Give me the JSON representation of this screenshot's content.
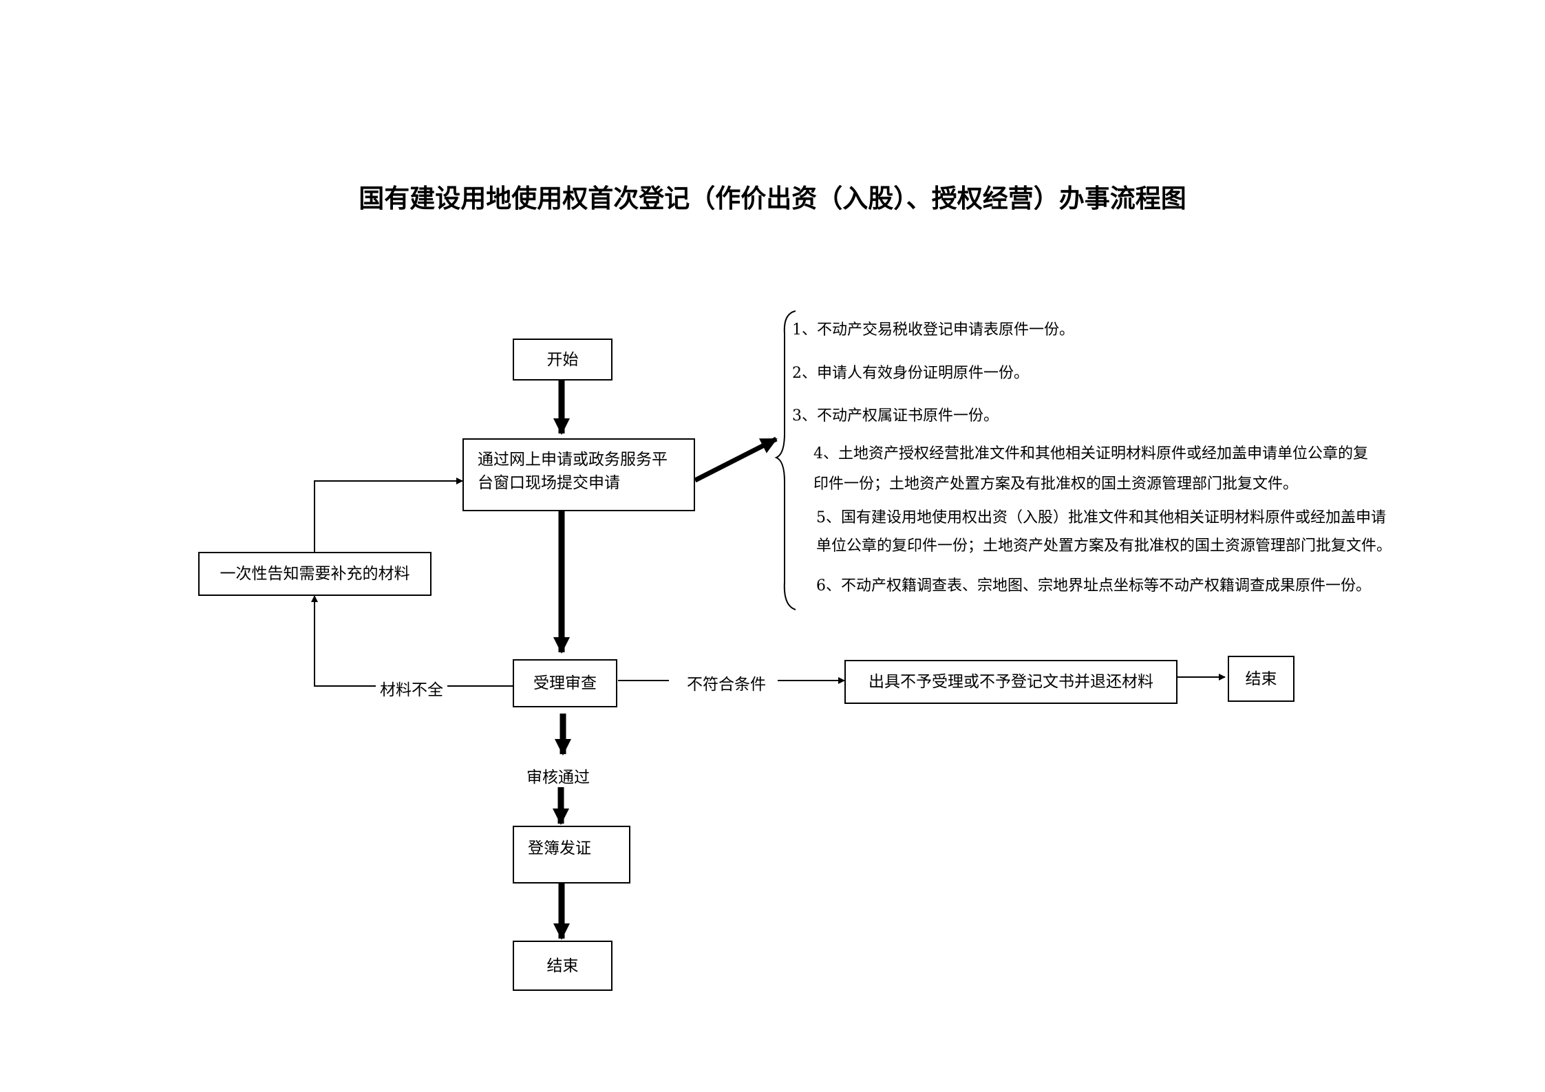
{
  "title": "国有建设用地使用权首次登记（作价出资（入股）、授权经营）办事流程图",
  "nodes": {
    "start": "开始",
    "submit_line1": "通过网上申请或政务服务平",
    "submit_line2": "台窗口现场提交申请",
    "notify": "一次性告知需要补充的材料",
    "review": "受理审查",
    "reject": "出具不予受理或不予登记文书并退还材料",
    "end_right": "结束",
    "register": "登簿发证",
    "end_bottom": "结束"
  },
  "edge_labels": {
    "incomplete": "材料不全",
    "not_qualified": "不符合条件",
    "approved": "审核通过"
  },
  "requirements": [
    "1、不动产交易税收登记申请表原件一份。",
    "2、申请人有效身份证明原件一份。",
    "3、不动产权属证书原件一份。",
    "4、土地资产授权经营批准文件和其他相关证明材料原件或经加盖申请单位公章的复",
    "印件一份；土地资产处置方案及有批准权的国土资源管理部门批复文件。",
    "5、国有建设用地使用权出资（入股）批准文件和其他相关证明材料原件或经加盖申请",
    "单位公章的复印件一份；土地资产处置方案及有批准权的国土资源管理部门批复文件。",
    "6、不动产权籍调查表、宗地图、宗地界址点坐标等不动产权籍调查成果原件一份。"
  ]
}
